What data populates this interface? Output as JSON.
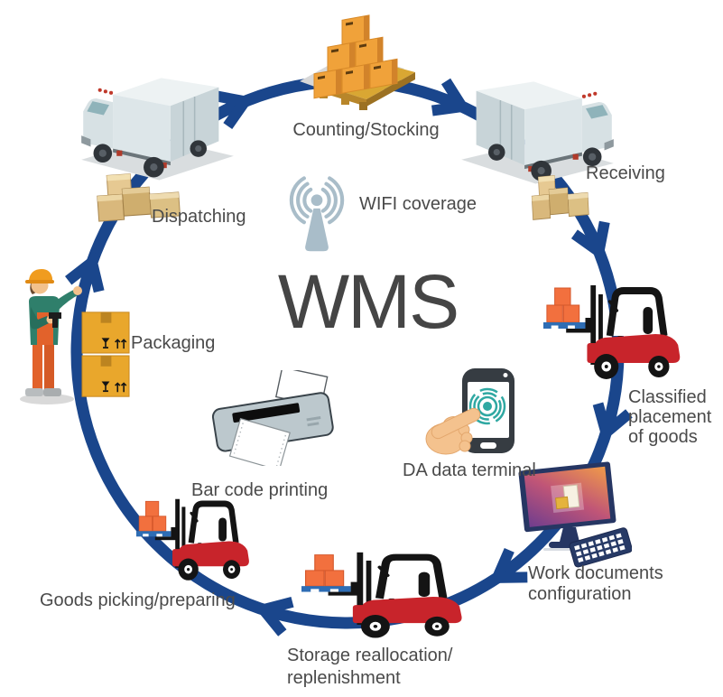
{
  "diagram": {
    "title": "WMS",
    "flow": "clockwise",
    "wifi": {
      "label": "WIFI coverage",
      "icon": "wifi-antenna"
    },
    "printer": {
      "label": "Bar code printing",
      "icon": "dot-matrix-printer"
    },
    "terminal": {
      "label": "DA data terminal",
      "icon": "hand-touching-phone"
    },
    "stages": [
      {
        "id": "counting",
        "label": "Counting/Stocking",
        "icon": "pallet-of-boxes"
      },
      {
        "id": "receiving",
        "label": "Receiving",
        "icon": "box-truck"
      },
      {
        "id": "classified",
        "label": "Classified\nplacement\nof goods",
        "icon": "forklift"
      },
      {
        "id": "work-documents",
        "label": "Work documents\nconfiguration",
        "icon": "computer-workstation"
      },
      {
        "id": "storage",
        "label": "Storage reallocation/\nreplenishment",
        "icon": "forklift"
      },
      {
        "id": "picking",
        "label": "Goods picking/preparing",
        "icon": "forklift"
      },
      {
        "id": "packaging",
        "label": "Packaging",
        "icon": "worker-with-boxes"
      },
      {
        "id": "dispatching",
        "label": "Dispatching",
        "icon": "box-truck"
      }
    ],
    "colors": {
      "arrow_navy": "#1a468c",
      "label_text": "#4a4a4a",
      "title_text": "#454545",
      "forklift_red": "#c8242b",
      "carton_orange": "#f0a23a",
      "crate_orange": "#f2703e",
      "pallet_blue": "#2e6db4",
      "packaging_yellow": "#e9a72c",
      "wifi_gray_blue": "#a9bdc9",
      "monitor_navy": "#263663",
      "touch_teal": "#2fa8a2"
    }
  }
}
